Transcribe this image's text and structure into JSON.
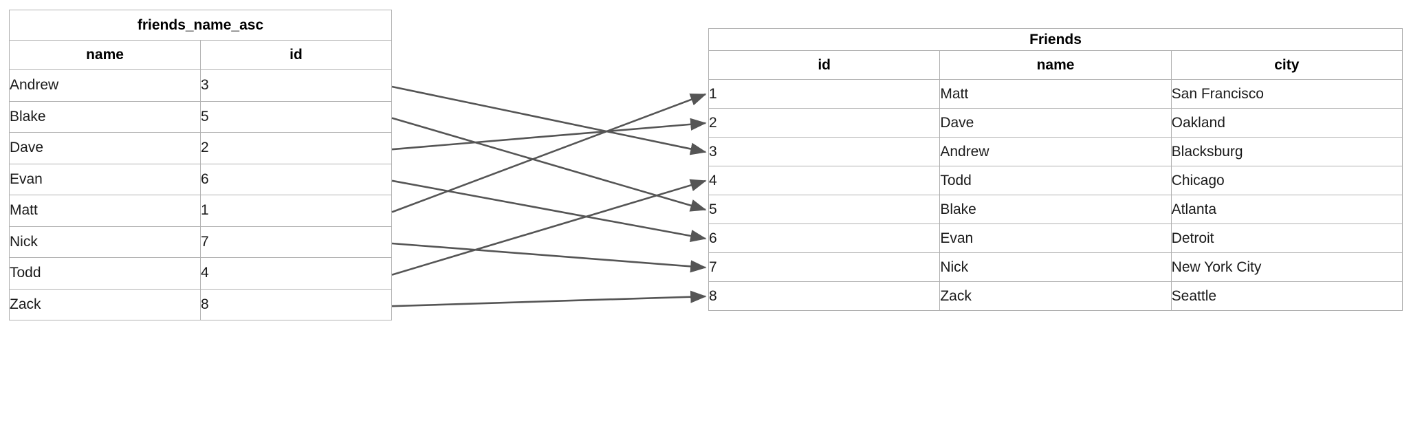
{
  "diagram": {
    "title_left": "friends_name_asc",
    "title_right": "Friends",
    "arrow_color": "#555555",
    "border_color": "#b0b0b0",
    "text_color": "#1a1a1a"
  },
  "left_table": {
    "name": "friends_name_asc",
    "columns": [
      "name",
      "id"
    ],
    "rows": [
      {
        "name": "Andrew",
        "id": "3"
      },
      {
        "name": "Blake",
        "id": "5"
      },
      {
        "name": "Dave",
        "id": "2"
      },
      {
        "name": "Evan",
        "id": "6"
      },
      {
        "name": "Matt",
        "id": "1"
      },
      {
        "name": "Nick",
        "id": "7"
      },
      {
        "name": "Todd",
        "id": "4"
      },
      {
        "name": "Zack",
        "id": "8"
      }
    ]
  },
  "right_table": {
    "name": "Friends",
    "columns": [
      "id",
      "name",
      "city"
    ],
    "rows": [
      {
        "id": "1",
        "name": "Matt",
        "city": "San Francisco"
      },
      {
        "id": "2",
        "name": "Dave",
        "city": "Oakland"
      },
      {
        "id": "3",
        "name": "Andrew",
        "city": "Blacksburg"
      },
      {
        "id": "4",
        "name": "Todd",
        "city": "Chicago"
      },
      {
        "id": "5",
        "name": "Blake",
        "city": "Atlanta"
      },
      {
        "id": "6",
        "name": "Evan",
        "city": "Detroit"
      },
      {
        "id": "7",
        "name": "Nick",
        "city": "New York City"
      },
      {
        "id": "8",
        "name": "Zack",
        "city": "Seattle"
      }
    ]
  },
  "connections": [
    {
      "from_row": "Andrew",
      "from_id": "3",
      "to_id": "3"
    },
    {
      "from_row": "Blake",
      "from_id": "5",
      "to_id": "5"
    },
    {
      "from_row": "Dave",
      "from_id": "2",
      "to_id": "2"
    },
    {
      "from_row": "Evan",
      "from_id": "6",
      "to_id": "6"
    },
    {
      "from_row": "Matt",
      "from_id": "1",
      "to_id": "1"
    },
    {
      "from_row": "Nick",
      "from_id": "7",
      "to_id": "7"
    },
    {
      "from_row": "Todd",
      "from_id": "4",
      "to_id": "4"
    },
    {
      "from_row": "Zack",
      "from_id": "8",
      "to_id": "8"
    }
  ]
}
